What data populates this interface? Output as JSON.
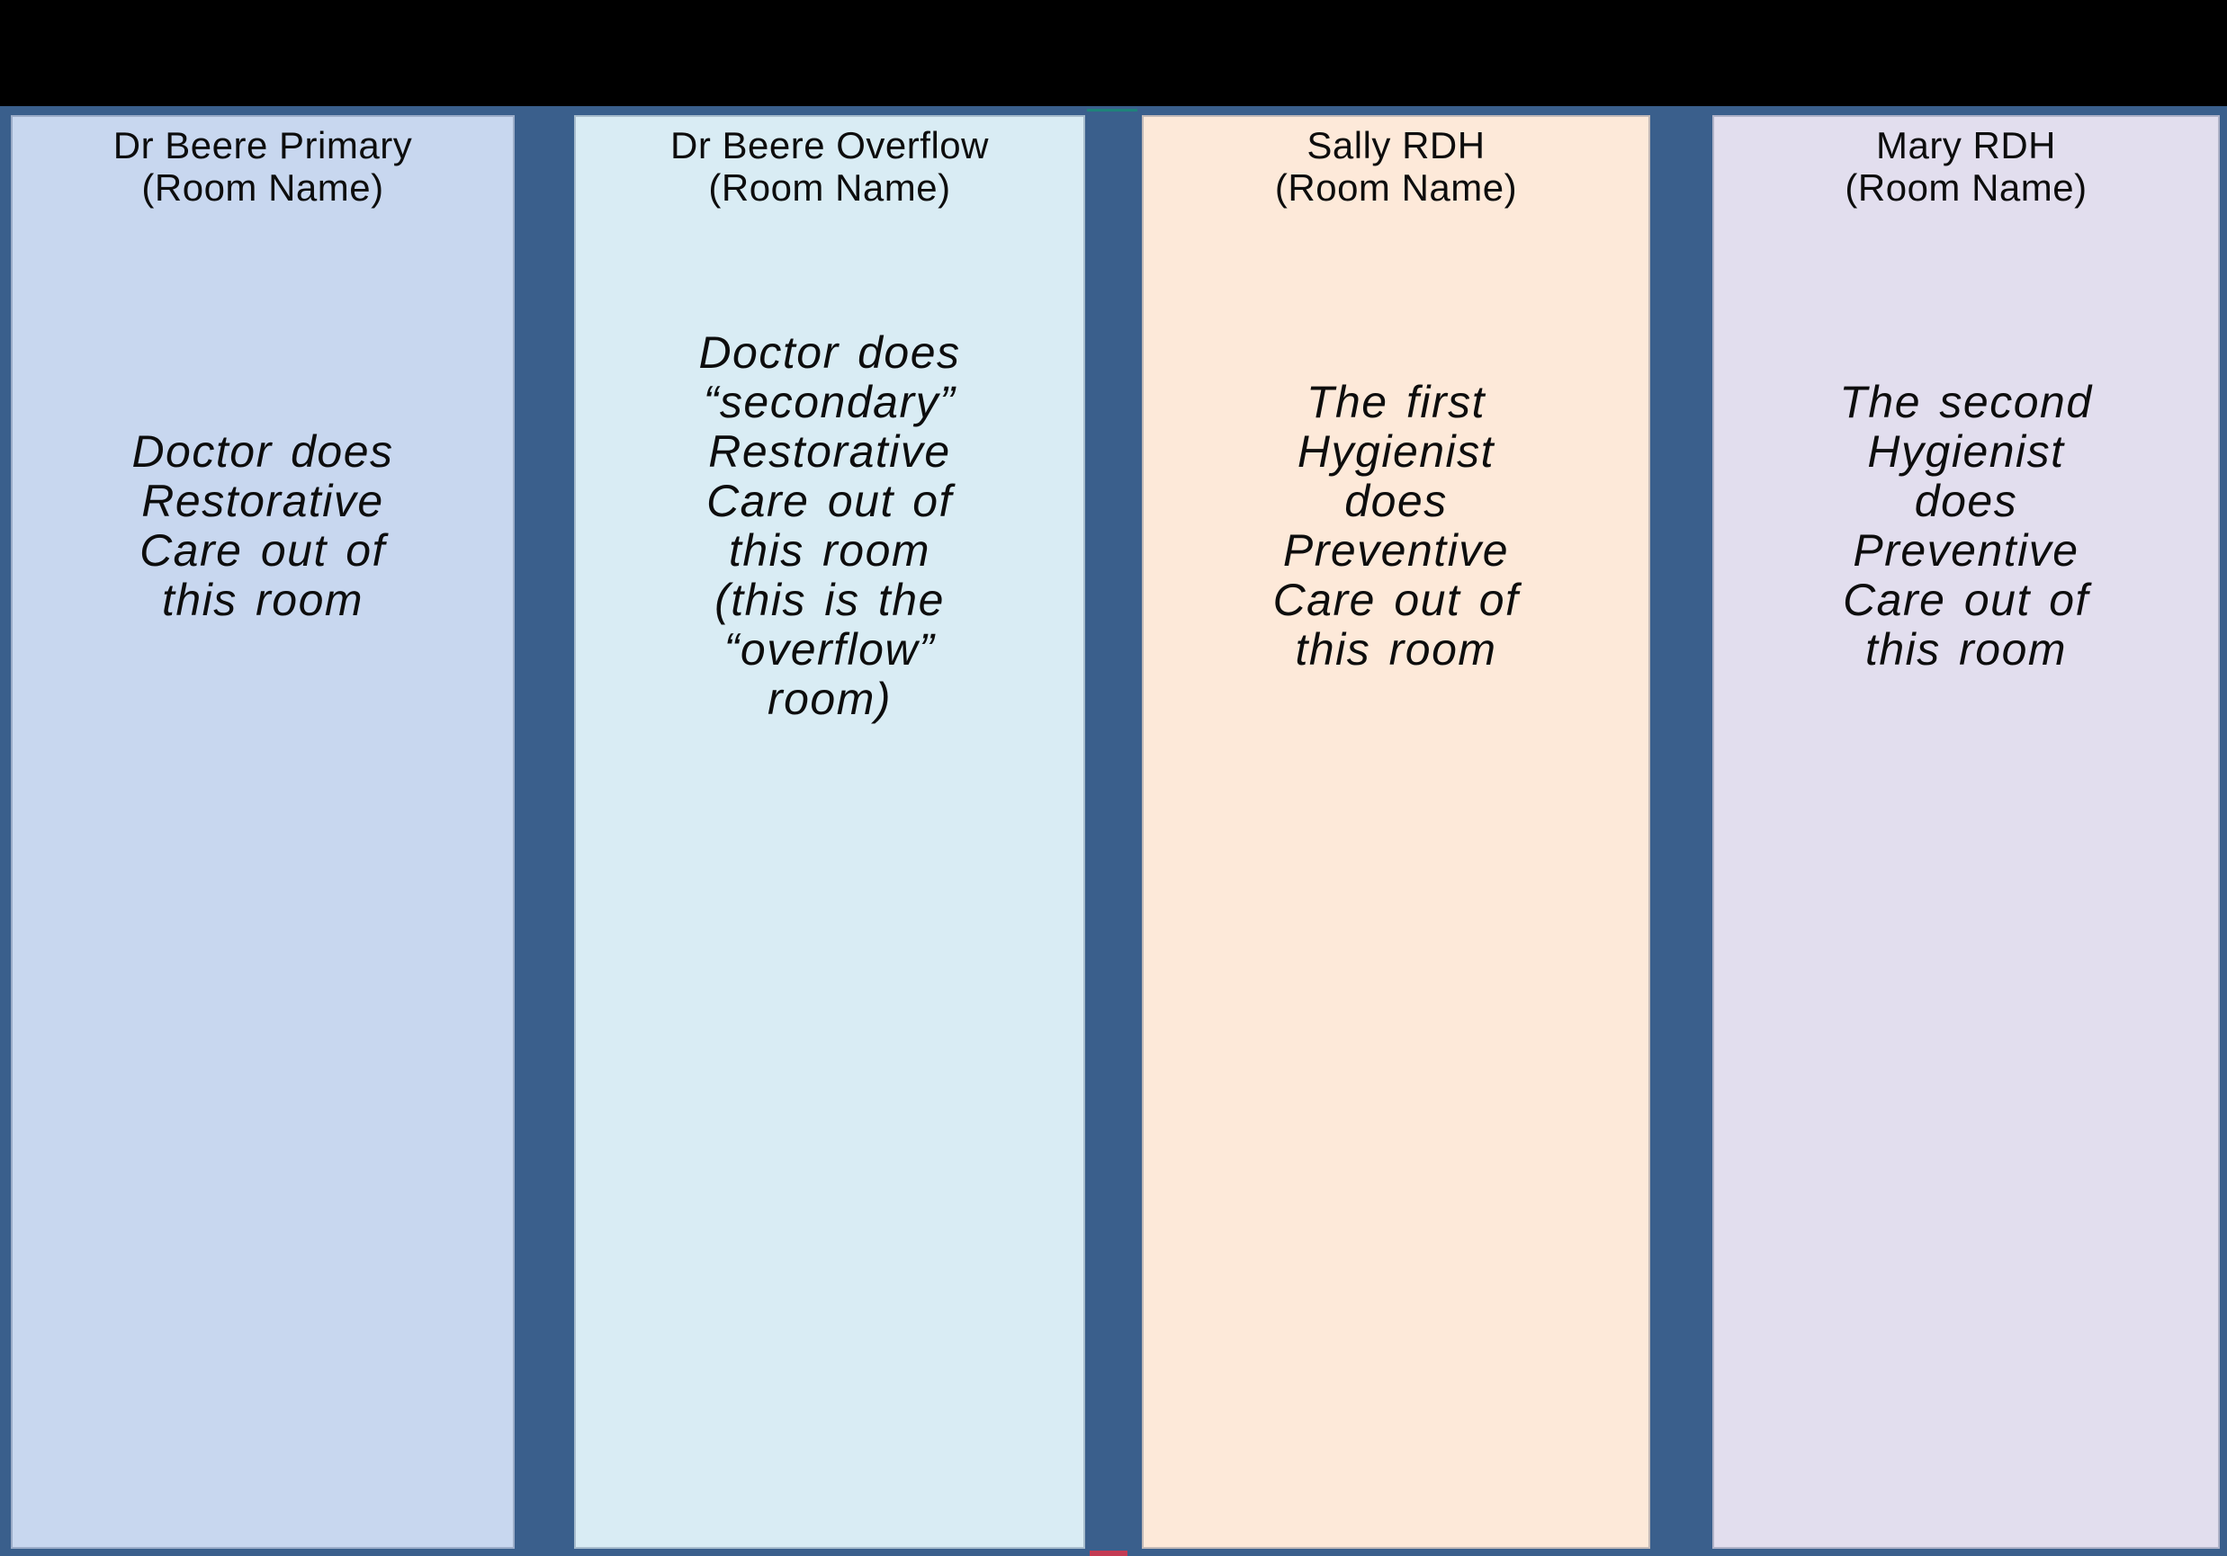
{
  "page": {
    "background_color": "#000000",
    "frame_color": "#3A5F8C"
  },
  "columns": [
    {
      "header": "Dr Beere Primary\n(Room Name)",
      "body": "Doctor does\nRestorative\nCare out of\nthis room",
      "fill": "#C8D7EF"
    },
    {
      "header": "Dr Beere Overflow\n(Room Name)",
      "body": "Doctor does\n“secondary”\nRestorative\nCare out of\nthis room\n(this is the\n“overflow”\nroom)",
      "fill": "#D9ECF4"
    },
    {
      "header": "Sally RDH\n(Room Name)",
      "body": "The first\nHygienist\ndoes\nPreventive\nCare out of\nthis room",
      "fill": "#FDE9D9"
    },
    {
      "header": "Mary RDH\n(Room Name)",
      "body": "The second\nHygienist\ndoes\nPreventive\nCare out of\nthis room",
      "fill": "#E2DEEE"
    }
  ],
  "accents": {
    "teal_line_color": "#1E837A",
    "red_mark_color": "#C43B53"
  }
}
